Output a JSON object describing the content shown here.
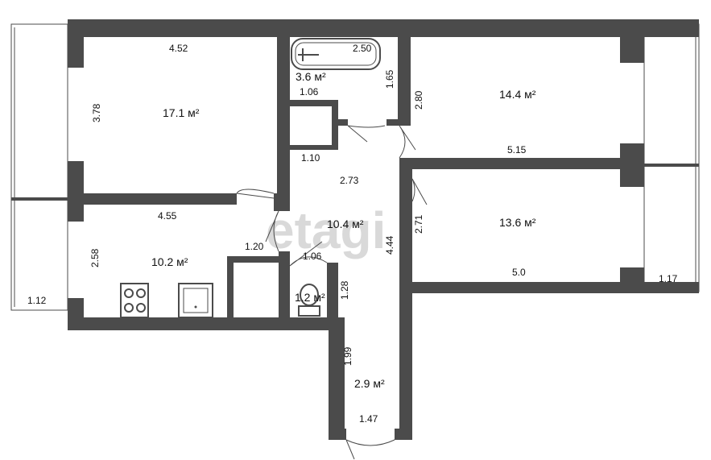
{
  "watermark": "etagi",
  "rooms": {
    "room_1": {
      "area": "17.1 м²",
      "dims": [
        "4.52",
        "3.78"
      ]
    },
    "bathroom": {
      "area": "3.6 м²",
      "dims": [
        "2.50",
        "1.65"
      ]
    },
    "room_2": {
      "area": "14.4 м²",
      "dims": [
        "2.80",
        "5.15"
      ]
    },
    "hallway": {
      "area": "10.4 м²",
      "dims": [
        "2.73",
        "4.44"
      ]
    },
    "room_3": {
      "area": "13.6 м²",
      "dims": [
        "2.71",
        "5.0"
      ]
    },
    "kitchen": {
      "area": "10.2 м²",
      "dims": [
        "4.55",
        "2.58"
      ]
    },
    "toilet": {
      "area": "1.2 м²",
      "dims": [
        "1.06",
        "1.28"
      ]
    },
    "corridor": {
      "area": "2.9 м²",
      "dims": [
        "1.99",
        "1.47"
      ]
    }
  },
  "other_dims": {
    "closet_top": "1.06",
    "closet_bottom": "1.10",
    "kitchen_door": "1.20",
    "balcony_left": "1.12",
    "balcony_right": "1.17"
  }
}
